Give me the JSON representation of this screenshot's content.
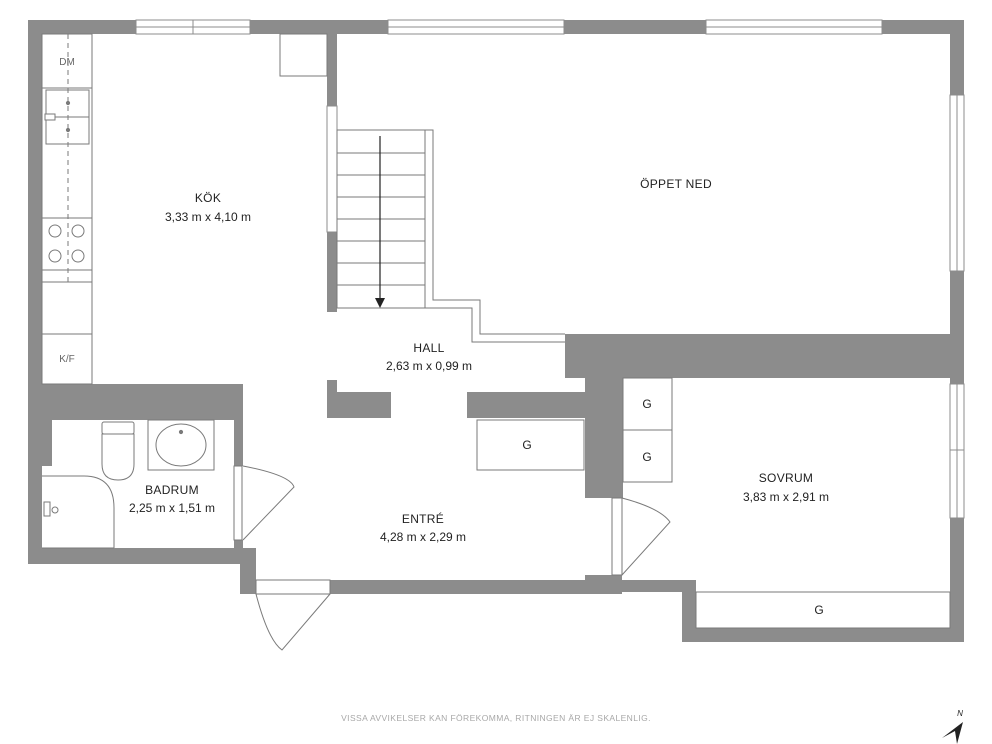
{
  "rooms": {
    "kok": {
      "name": "KÖK",
      "dimensions": "3,33 m x 4,10 m"
    },
    "oppet": {
      "name": "ÖPPET NED",
      "dimensions": ""
    },
    "hall": {
      "name": "HALL",
      "dimensions": "2,63 m x 0,99 m"
    },
    "badrum": {
      "name": "BADRUM",
      "dimensions": "2,25 m x 1,51 m"
    },
    "entre": {
      "name": "ENTRÉ",
      "dimensions": "4,28 m x 2,29 m"
    },
    "sovrum": {
      "name": "SOVRUM",
      "dimensions": "3,83 m x 2,91 m"
    }
  },
  "fixtures": {
    "dishwasher": "DM",
    "fridge_freezer": "K/F"
  },
  "closets": {
    "label": "G"
  },
  "disclaimer": "VISSA AVVIKELSER KAN FÖREKOMMA, RITNINGEN ÄR EJ SKALENLIG.",
  "compass": {
    "label": "N"
  },
  "colors": {
    "wall": "#8c8c8c",
    "outline": "#7a7a7a",
    "background": "#ffffff"
  }
}
